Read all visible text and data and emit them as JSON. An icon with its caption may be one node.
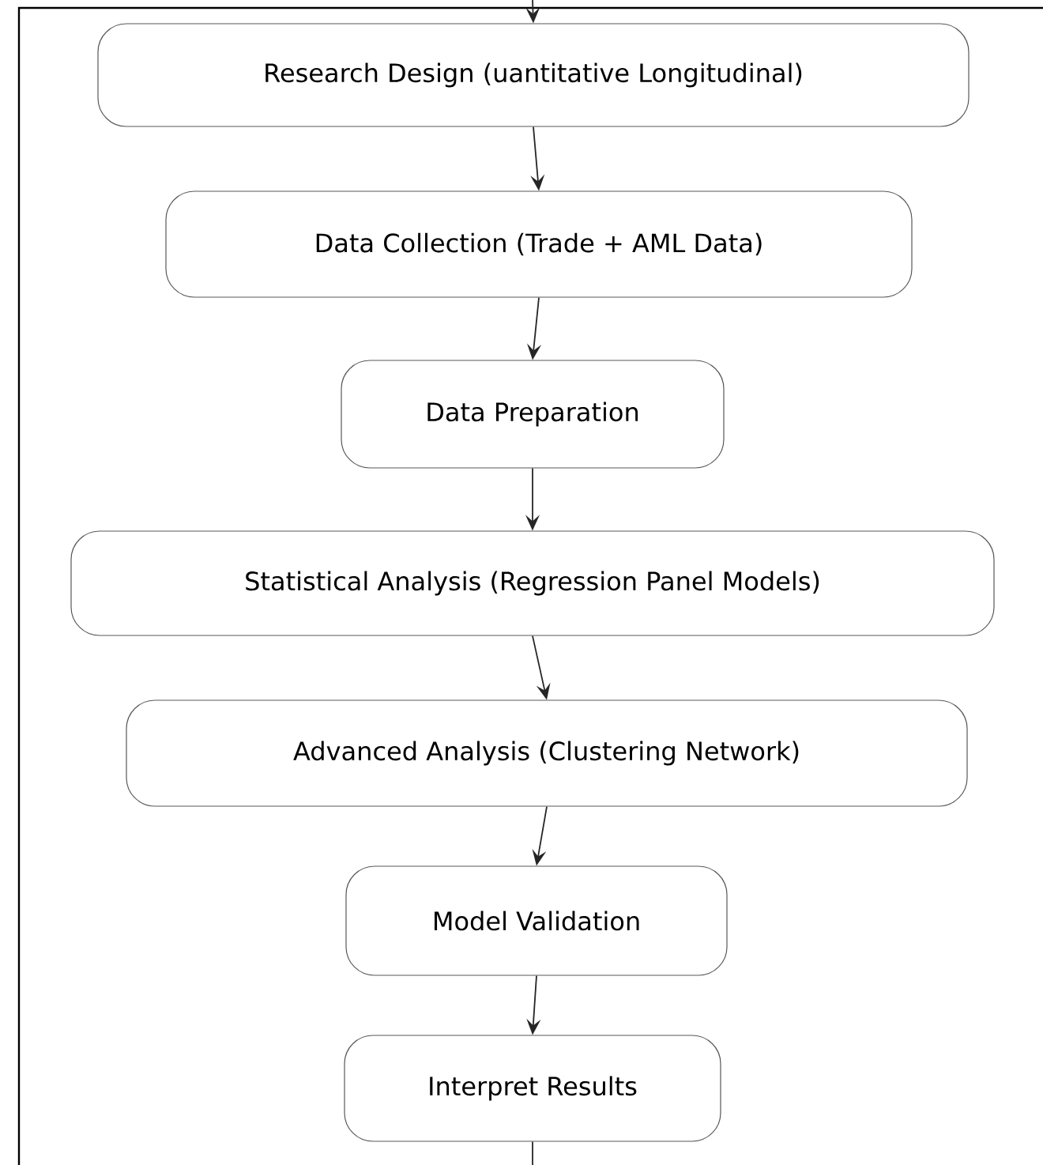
{
  "diagram": {
    "nodes": [
      {
        "text": [
          "Research Design (uantitative Longitudinal)"
        ]
      },
      {
        "text": [
          "Data Collection (Trade + AML Data)"
        ]
      },
      {
        "text": [
          "Data Preparation"
        ]
      },
      {
        "text": [
          "Statistical Analysis (Regression Panel Models)"
        ]
      },
      {
        "text": [
          "Advanced Analysis (Clustering Network)"
        ]
      },
      {
        "text": [
          "Model Validation"
        ]
      },
      {
        "text": [
          "Interpret Results"
        ]
      }
    ],
    "edges": [
      {
        "from": null,
        "to": 0,
        "arrow": "to"
      },
      {
        "from": 0,
        "to": 1,
        "arrow": "to"
      },
      {
        "from": 1,
        "to": 2,
        "arrow": "to"
      },
      {
        "from": 2,
        "to": 3,
        "arrow": "to"
      },
      {
        "from": 3,
        "to": 4,
        "arrow": "to"
      },
      {
        "from": 4,
        "to": 5,
        "arrow": "to"
      },
      {
        "from": 5,
        "to": 6,
        "arrow": "to"
      },
      {
        "from": 6,
        "to": null,
        "arrow": "none"
      }
    ]
  }
}
